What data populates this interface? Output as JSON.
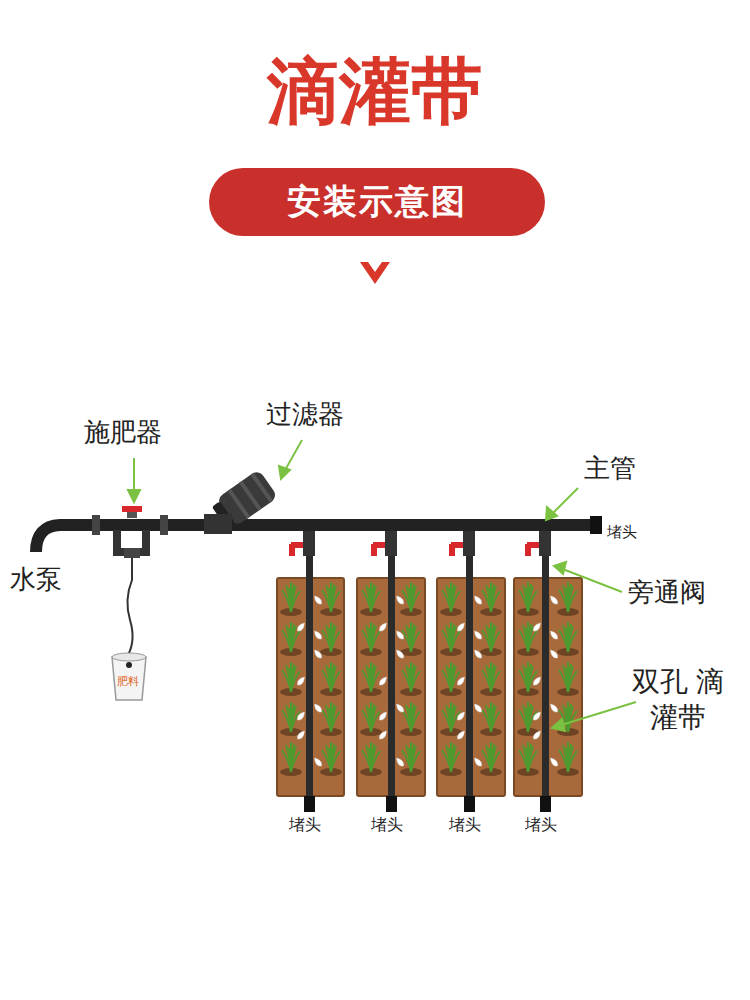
{
  "diagram": {
    "title": "滴灌带",
    "nodes": [
      {
        "text": [
          "安装示意图"
        ]
      }
    ],
    "labels": [
      "施肥器",
      "过滤器",
      "主管",
      "堵头",
      "水泵",
      "肥料",
      "旁通阀",
      "双孔 滴灌带",
      "堵头",
      "堵头",
      "堵头",
      "堵头"
    ]
  }
}
